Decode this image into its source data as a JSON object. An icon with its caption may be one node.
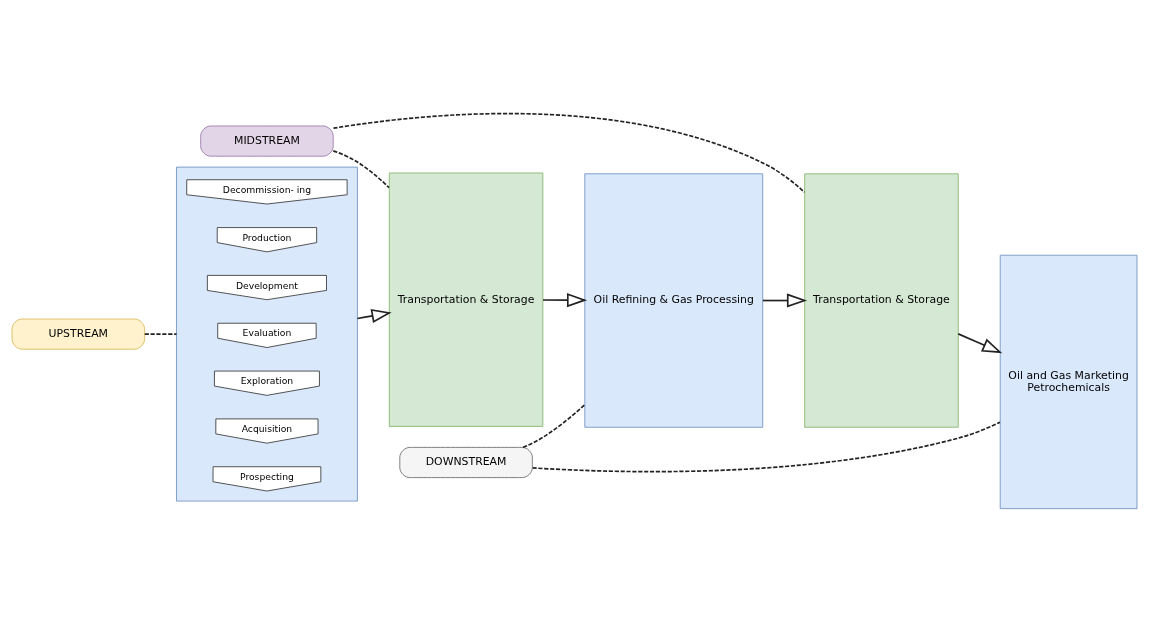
{
  "diagram": {
    "nodes": [
      {
        "text": [
          "UPSTREAM"
        ]
      },
      {
        "text": [
          "DOWNSTREAM"
        ]
      },
      {
        "text": [],
        "shape": "box"
      },
      {
        "text": [
          "Prospecting"
        ],
        "in": 2
      },
      {
        "text": [
          "Acquisition"
        ],
        "in": 2
      },
      {
        "text": [
          "Exploration"
        ],
        "in": 2
      },
      {
        "text": [
          "Evaluation"
        ],
        "in": 2
      },
      {
        "text": [
          "Development"
        ],
        "in": 2
      },
      {
        "text": [
          "Production"
        ],
        "in": 2
      },
      {
        "text": [
          "Decommission- ing"
        ],
        "in": 2
      },
      {
        "text": [
          "Transportation & Storage"
        ]
      },
      {
        "text": [
          "Oil Refining & Gas Processing"
        ]
      },
      {
        "text": [
          "Transportation & Storage"
        ]
      },
      {
        "text": [
          "Oil and Gas Marketing",
          "Petrochemicals"
        ]
      },
      {
        "text": [
          "MIDSTREAM"
        ]
      }
    ],
    "edges": [
      {
        "from": 0,
        "to": 2,
        "arrow": "none",
        "style": "dashed"
      },
      {
        "from": 1,
        "to": 11,
        "arrow": "none",
        "style": "dashed"
      },
      {
        "from": 1,
        "to": 13,
        "arrow": "none",
        "style": "dashed"
      },
      {
        "from": 2,
        "to": 10,
        "arrow": "to"
      },
      {
        "from": 10,
        "to": 11,
        "arrow": "to"
      },
      {
        "from": 11,
        "to": 12,
        "arrow": "to"
      },
      {
        "from": 12,
        "to": 13,
        "arrow": "to"
      },
      {
        "from": 14,
        "to": 10,
        "arrow": "none",
        "style": "dashed"
      },
      {
        "from": 14,
        "to": 12,
        "arrow": "none",
        "style": "dashed"
      }
    ]
  }
}
